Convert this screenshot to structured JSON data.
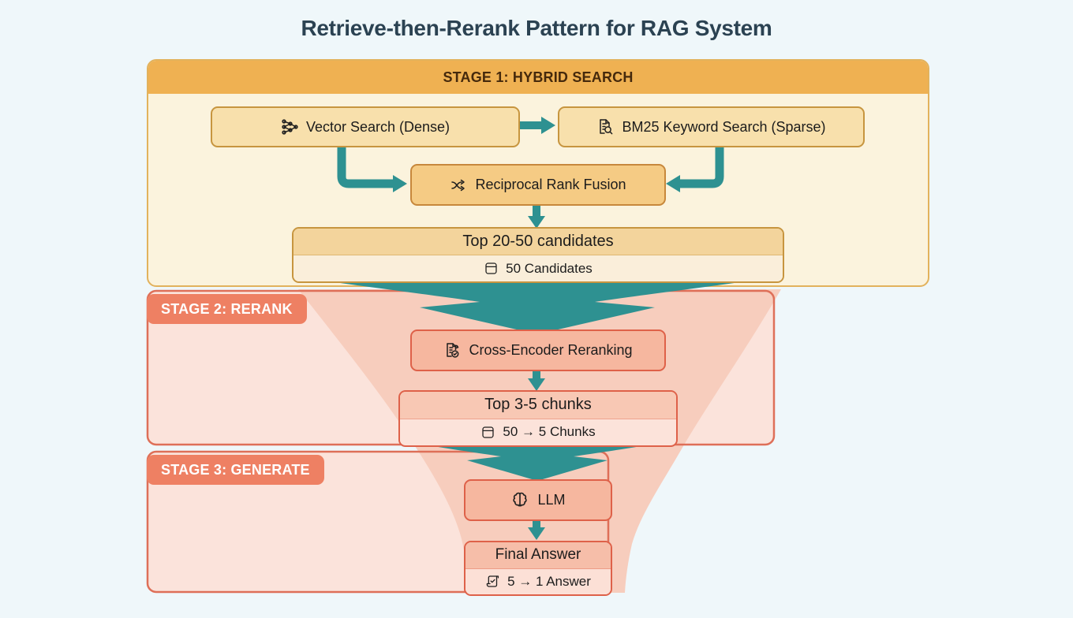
{
  "title": "Retrieve-then-Rerank Pattern for RAG System",
  "stage1": {
    "header": "STAGE 1: HYBRID SEARCH",
    "nodes": {
      "vector": {
        "label": "Vector Search (Dense)",
        "icon": "network-icon"
      },
      "bm25": {
        "label": "BM25 Keyword Search (Sparse)",
        "icon": "document-search-icon"
      },
      "rrf": {
        "label": "Reciprocal Rank Fusion",
        "icon": "shuffle-icon"
      },
      "candidates": {
        "title": "Top 20-50 candidates",
        "subtitle": "50 Candidates",
        "icon": "database-icon"
      }
    }
  },
  "stage2": {
    "badge": "STAGE 2: RERANK",
    "nodes": {
      "rerank": {
        "label": "Cross-Encoder Reranking",
        "icon": "document-check-icon"
      },
      "chunks": {
        "title": "Top 3-5 chunks",
        "subtitle": "50 → 5 Chunks",
        "icon": "database-icon"
      }
    }
  },
  "stage3": {
    "badge": "STAGE 3: GENERATE",
    "nodes": {
      "llm": {
        "label": "LLM",
        "icon": "brain-icon"
      },
      "final": {
        "title": "Final Answer",
        "subtitle": "5 → 1 Answer",
        "icon": "scroll-check-icon"
      }
    }
  },
  "colors": {
    "background": "#EFF7FA",
    "title_text": "#2B4252",
    "teal_arrow": "#2E9191",
    "stage1_header": "#EFB152",
    "stage1_fill": "#FBF3DD",
    "stage1_border": "#E2B25C",
    "amber_node_fill": "#F8E0AC",
    "amber_node_border": "#C7953F",
    "stage23_fill": "#FBE3DB",
    "stage23_border": "#DE6F58",
    "badge_fill": "#EE8063",
    "salmon_node_fill": "#F6B79F",
    "salmon_node_border": "#DE6149",
    "funnel_pink": "#F7CDBD"
  }
}
